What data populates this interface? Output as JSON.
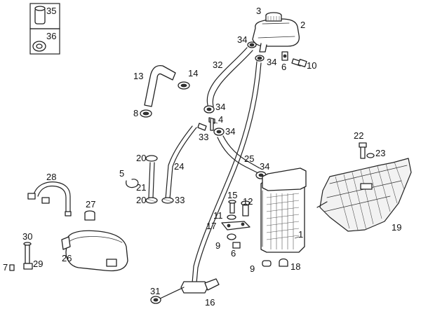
{
  "labels": {
    "p1": "1",
    "p2": "2",
    "p3": "3",
    "p4": "4",
    "p5": "5",
    "p6": "6",
    "p6b": "6",
    "p7": "7",
    "p8": "8",
    "p9": "9",
    "p9b": "9",
    "p10": "10",
    "p11": "11",
    "p12": "12",
    "p13": "13",
    "p14": "14",
    "p15": "15",
    "p16": "16",
    "p17": "17",
    "p18": "18",
    "p19": "19",
    "p20": "20",
    "p20b": "20",
    "p21": "21",
    "p22": "22",
    "p23": "23",
    "p24": "24",
    "p25": "25",
    "p26": "26",
    "p27": "27",
    "p28": "28",
    "p29": "29",
    "p30": "30",
    "p31": "31",
    "p32": "32",
    "p33": "33",
    "p33b": "33",
    "p34a": "34",
    "p34b": "34",
    "p34c": "34",
    "p34d": "34",
    "p34e": "34",
    "p35": "35",
    "p36": "36"
  }
}
